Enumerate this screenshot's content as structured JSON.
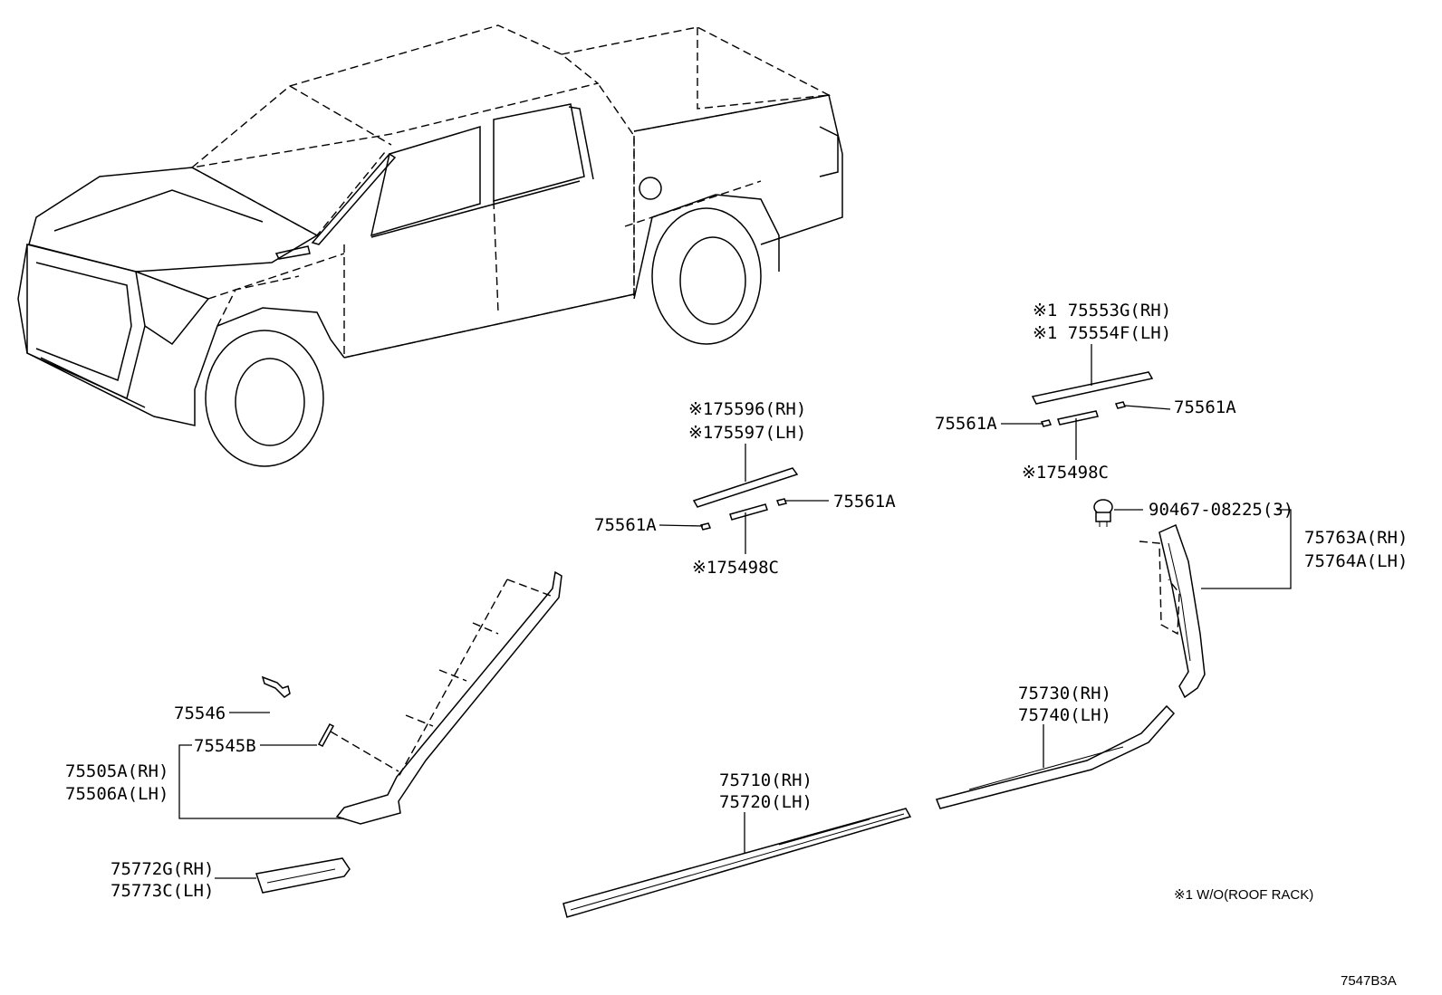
{
  "diagram": {
    "type": "parts-diagram",
    "callouts": {
      "c_75553G": "※1 75553G(RH)",
      "c_75554F": "※1 75554F(LH)",
      "c_75561A_r1": "75561A",
      "c_75561A_l1": "75561A",
      "c_75498C_1": "※175498C",
      "c_75596": "※175596(RH)",
      "c_75597": "※175597(LH)",
      "c_75561A_r2": "75561A",
      "c_75561A_l2": "75561A",
      "c_75498C_2": "※175498C",
      "c_90467": "90467-08225(3)",
      "c_75763A": "75763A(RH)",
      "c_75764A": "75764A(LH)",
      "c_75546": "75546",
      "c_75545B": "75545B",
      "c_75505A": "75505A(RH)",
      "c_75506A": "75506A(LH)",
      "c_75730": "75730(RH)",
      "c_75740": "75740(LH)",
      "c_75710": "75710(RH)",
      "c_75720": "75720(LH)",
      "c_75772G": "75772G(RH)",
      "c_75773C": "75773C(LH)"
    },
    "footnote": "※1 W/O(ROOF RACK)",
    "diagram_code": "7547B3A"
  }
}
